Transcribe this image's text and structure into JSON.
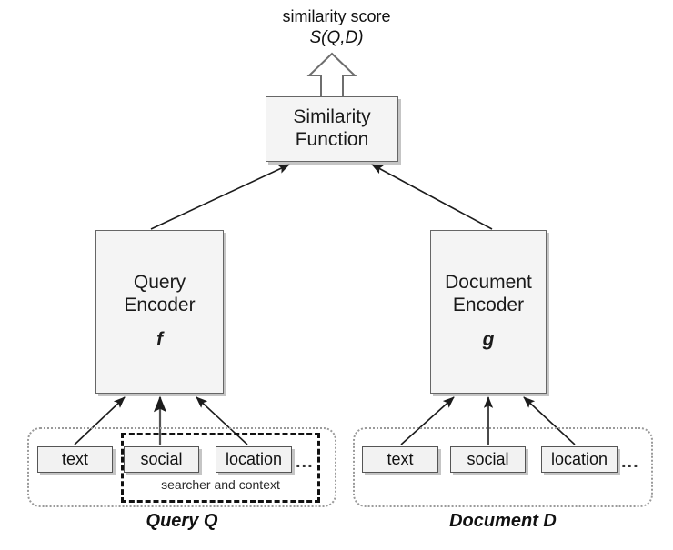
{
  "diagram": {
    "title_text": "similarity score",
    "formula_text": "S(Q,D)",
    "output_arrow": "hollow-up-arrow"
  },
  "similarity_function": {
    "line1": "Similarity",
    "line2": "Function"
  },
  "encoders": [
    {
      "line1": "Query",
      "line2": "Encoder",
      "symbol": "f"
    },
    {
      "line1": "Document",
      "line2": "Encoder",
      "symbol": "g"
    }
  ],
  "query_group": {
    "caption": "Query Q",
    "features": [
      {
        "label": "text"
      },
      {
        "label": "social"
      },
      {
        "label": "location"
      }
    ],
    "ellipsis": "...",
    "highlight_caption": "searcher and context"
  },
  "document_group": {
    "caption": "Document D",
    "features": [
      {
        "label": "text"
      },
      {
        "label": "social"
      },
      {
        "label": "location"
      }
    ],
    "ellipsis": "..."
  },
  "colors": {
    "node_fill": "#f4f4f4",
    "node_border": "#666666",
    "edge": "#222222",
    "dotted_group": "#9a9a9a",
    "dashed_group": "#111111",
    "background": "#ffffff"
  }
}
